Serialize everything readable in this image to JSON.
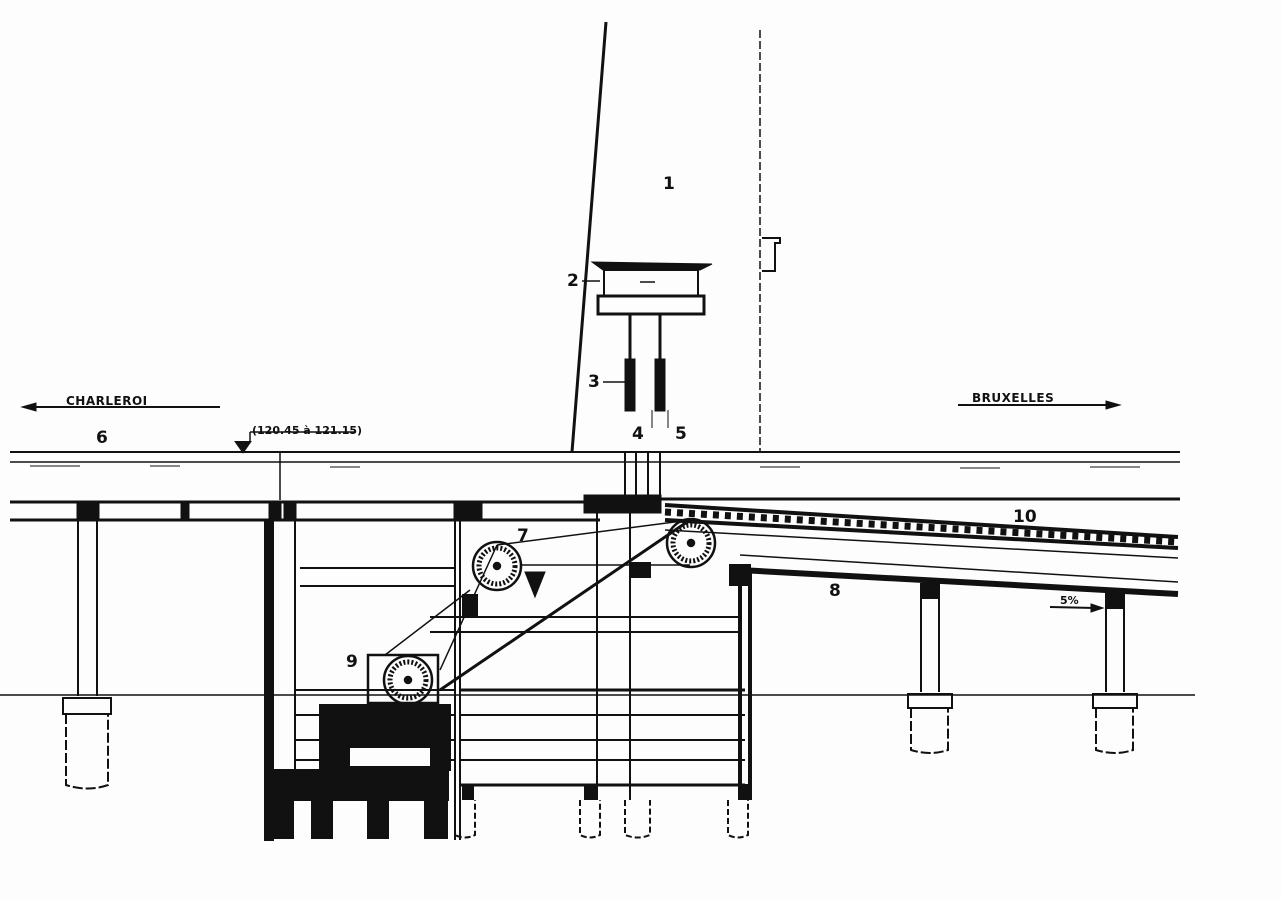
{
  "labels": {
    "n1": "1",
    "n2": "2",
    "n3": "3",
    "n4": "4",
    "n5": "5",
    "n6": "6",
    "n7": "7",
    "n8": "8",
    "n9": "9",
    "n10": "10"
  },
  "directions": {
    "left": "CHARLEROI",
    "right": "BRUXELLES"
  },
  "water_level": "(120.45 à 121.15)",
  "slope": "5%",
  "colors": {
    "ink": "#111111",
    "paper": "#fdfdfd"
  }
}
